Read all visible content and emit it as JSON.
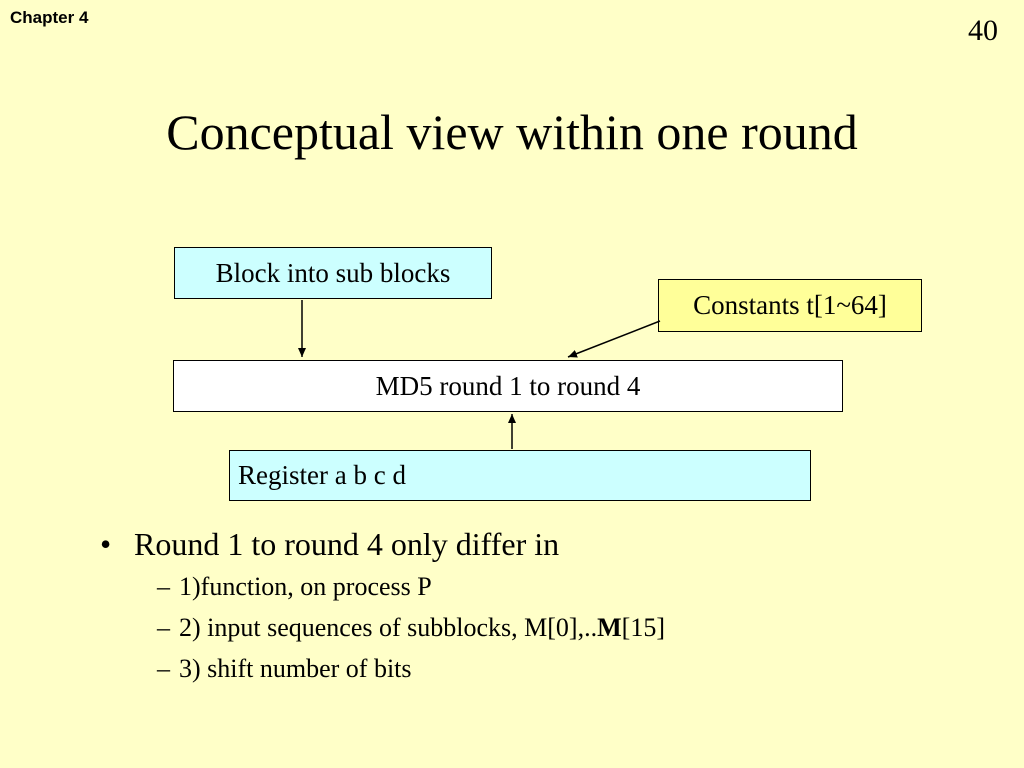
{
  "header": {
    "chapter": "Chapter 4",
    "page_number": "40"
  },
  "slide": {
    "title": "Conceptual view within one round"
  },
  "diagram": {
    "block_box": "Block into sub blocks",
    "constants_box": "Constants t[1~64]",
    "md5_box": "MD5 round 1 to round 4",
    "register_box": "Register a b c d"
  },
  "bullets": {
    "main": "Round 1 to round 4 only differ in",
    "sub1": "1)function, on process P",
    "sub2_prefix": "2) input sequences of subblocks, M[0],..",
    "sub2_bold": "M",
    "sub2_suffix": "[15]",
    "sub3": "3) shift number of bits"
  }
}
